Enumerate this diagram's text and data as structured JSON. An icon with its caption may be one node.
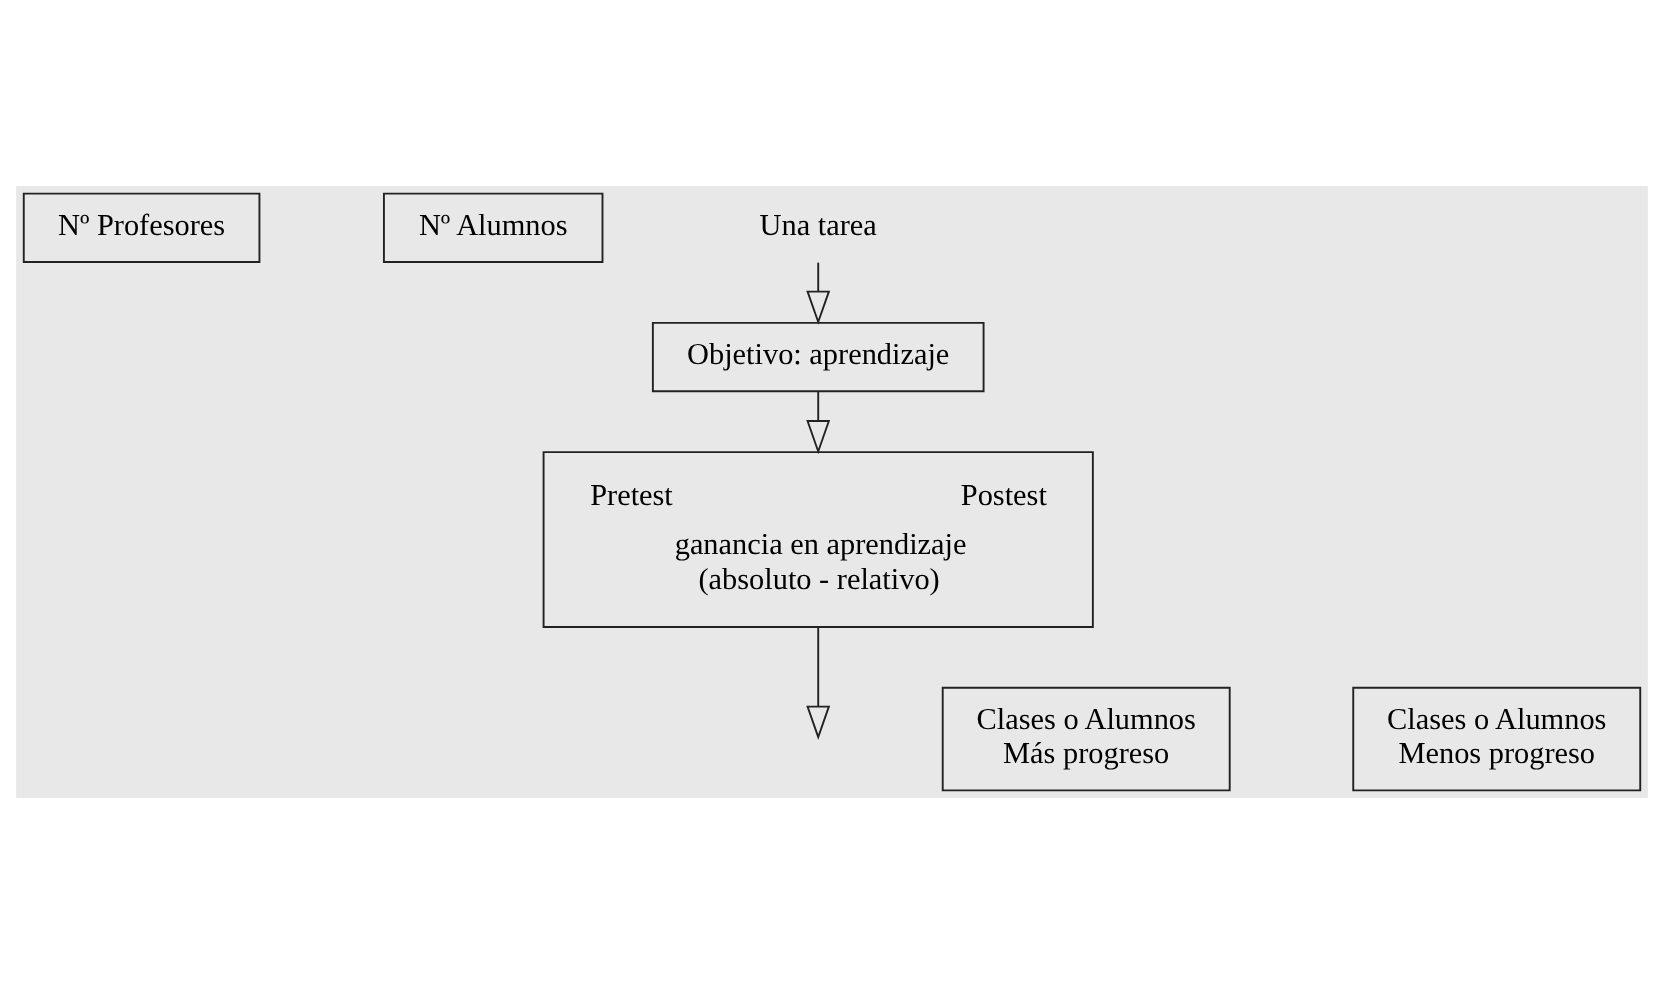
{
  "diagram": {
    "nodes": [
      {
        "text": [
          "Nº Profesores"
        ]
      },
      {
        "text": [
          "Nº Alumnos"
        ]
      },
      {
        "text": [
          "Una tarea"
        ]
      },
      {
        "text": [
          "Objetivo: aprendizaje"
        ]
      },
      {
        "text": [
          "Pretest",
          "Postest",
          "ganancia en aprendizaje (absoluto - relativo)"
        ]
      },
      {
        "text": [
          "Clases o Alumnos Más progreso"
        ]
      },
      {
        "text": [
          "Clases o Alumnos Menos progreso"
        ]
      }
    ],
    "edges": [
      {
        "from": 2,
        "to": 3,
        "arrow": "to"
      },
      {
        "from": 3,
        "to": 4,
        "arrow": "to"
      },
      {
        "from": 4,
        "to": null,
        "arrow": "to"
      }
    ]
  }
}
